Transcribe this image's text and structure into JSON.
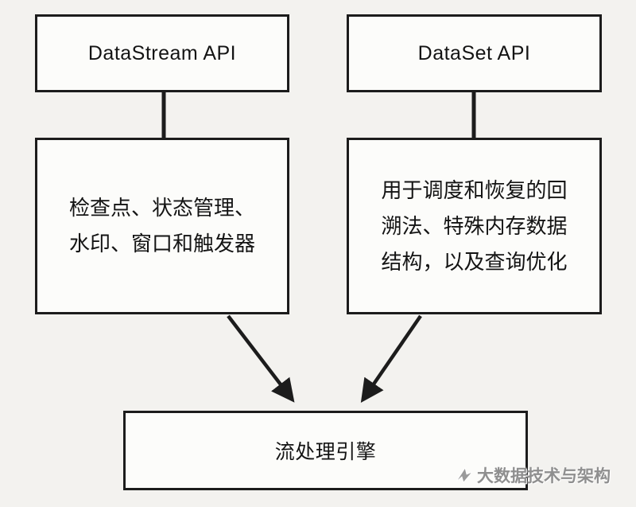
{
  "boxes": {
    "datastream_api": {
      "label": "DataStream API"
    },
    "dataset_api": {
      "label": "DataSet API"
    },
    "stream_runtime": {
      "lines": [
        "检查点、状态管理、",
        "水印、窗口和触发器"
      ]
    },
    "batch_runtime": {
      "lines": [
        "用于调度和恢复的回",
        "溯法、特殊内存数据",
        "结构，以及查询优化"
      ]
    },
    "engine": {
      "label": "流处理引擎"
    }
  },
  "watermark": {
    "text": "大数据技术与架构",
    "icon": "paper-plane-logo-icon"
  },
  "colors": {
    "background": "#f3f2ef",
    "box_fill": "#fcfcfa",
    "ink": "#1c1c1c",
    "watermark_gray": "#8f8f8f"
  }
}
